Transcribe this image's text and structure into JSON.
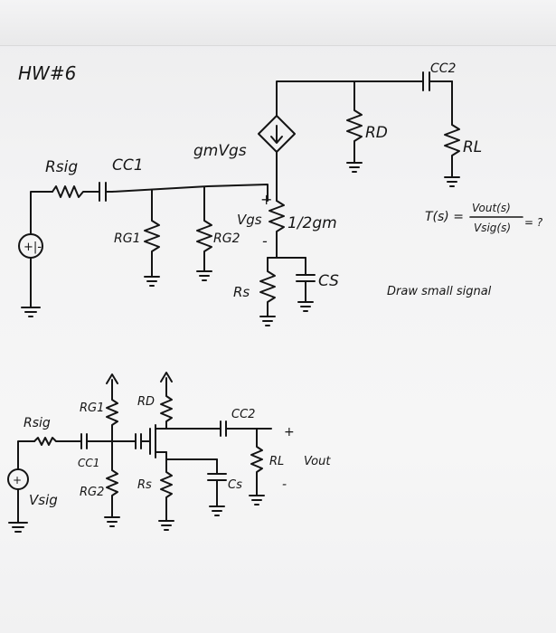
{
  "title": "HW#6",
  "problem": {
    "transfer_lhs": "T(s) =",
    "transfer_num": "Vout(s)",
    "transfer_den": "Vsig(s)",
    "transfer_q": "= ?",
    "instruction": "Draw small signal"
  },
  "small_signal": {
    "rsig": "Rsig",
    "cc1": "CC1",
    "rg1": "RG1",
    "rg2": "RG2",
    "gm_source": "gmVgs",
    "vgs_plus": "+",
    "vgs": "Vgs",
    "vgs_minus": "-",
    "inv_gm": "1/2gm",
    "rs": "Rs",
    "cs": "CS",
    "rd": "RD",
    "cc2": "CC2",
    "rl": "RL"
  },
  "original": {
    "rsig": "Rsig",
    "vsig": "Vsig",
    "cc1": "CC1",
    "rg1": "RG1",
    "rg2": "RG2",
    "rd": "RD",
    "rs": "Rs",
    "cs": "Cs",
    "cc2": "CC2",
    "rl": "RL",
    "vout": "Vout",
    "plus": "+",
    "minus": "-"
  }
}
